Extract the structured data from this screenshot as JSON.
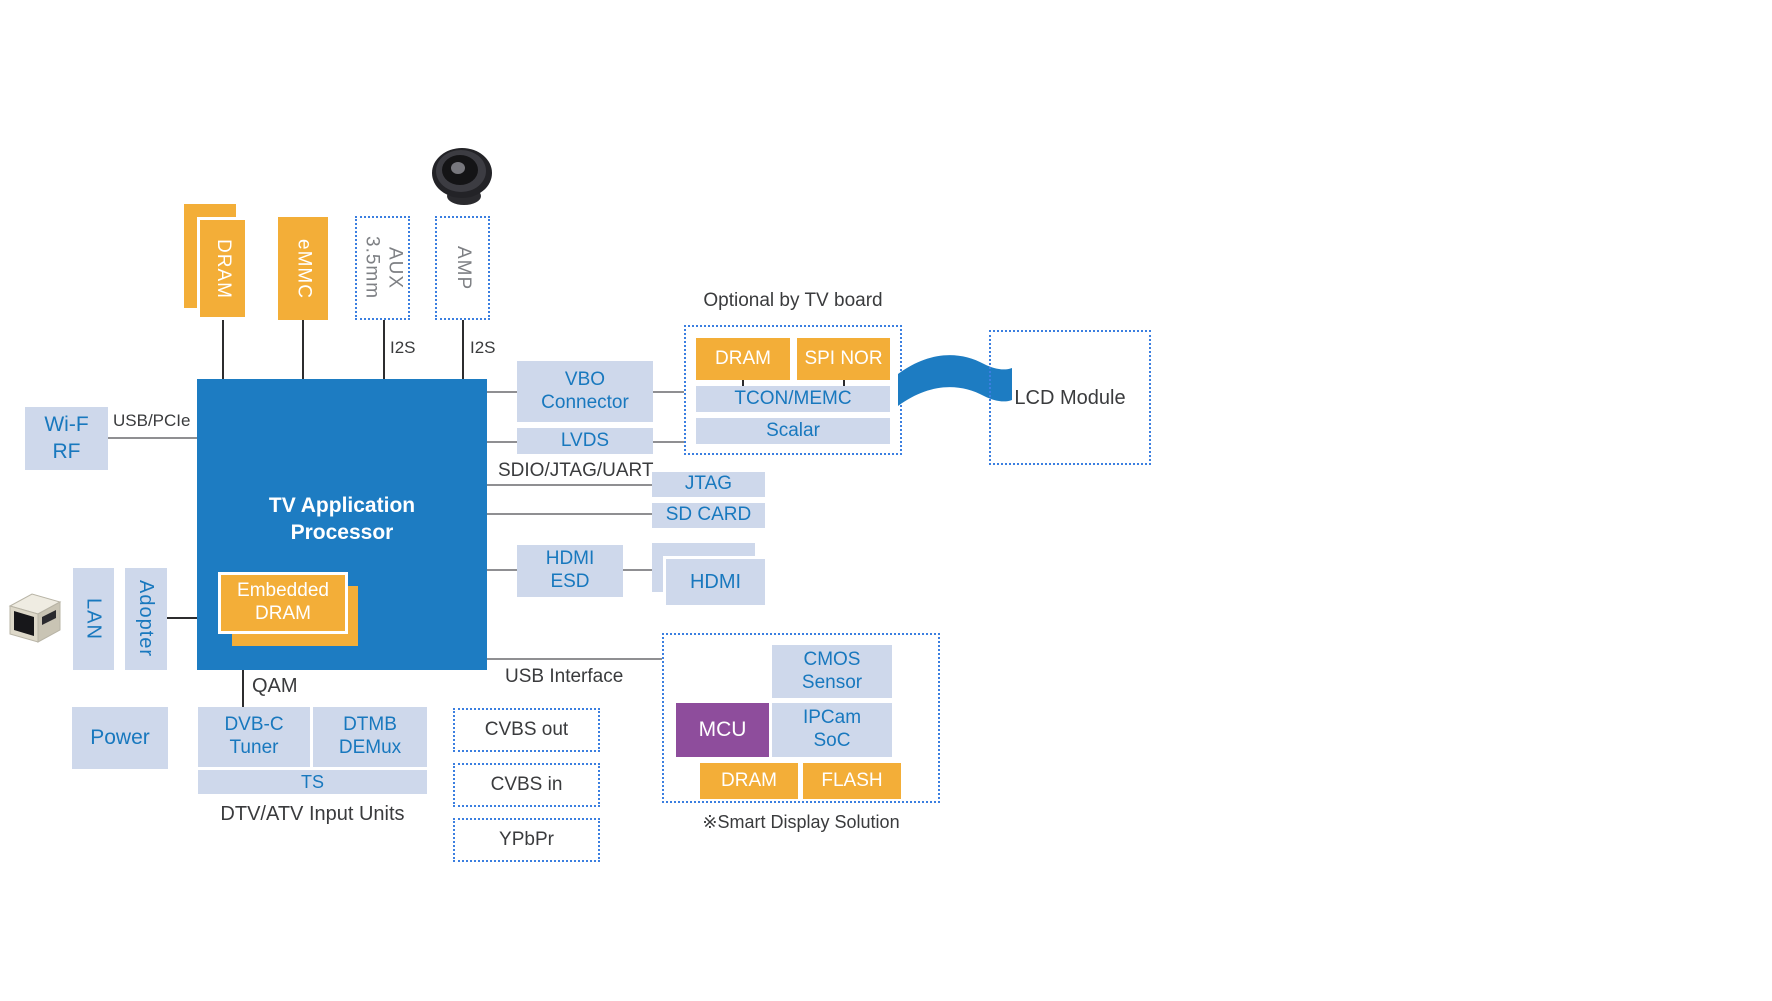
{
  "colors": {
    "processor_blue": "#1d7cc2",
    "light_blue": "#ced8eb",
    "orange": "#f3ae38",
    "purple": "#8e4d9c",
    "dotted_border_blue": "#3b7fe0",
    "blue_text": "#1878be"
  },
  "top": {
    "dram": "DRAM",
    "emmc": "eMMC",
    "aux": "3.5mm\nAUX",
    "amp": "AMP",
    "i2s_left": "I2S",
    "i2s_right": "I2S",
    "speaker_icon": "speaker-icon"
  },
  "processor": {
    "label": "TV Application\nProcessor",
    "embedded_dram": "Embedded\nDRAM"
  },
  "left": {
    "wifi_rf": "Wi-F\nRF",
    "usb_pcie": "USB/PCIe",
    "lan": "LAN",
    "adopter": "Adopter",
    "power": "Power",
    "ethernet_icon": "ethernet-jack-icon"
  },
  "bottom": {
    "qam": "QAM",
    "dvbc_tuner": "DVB-C\nTuner",
    "dtmb_demux": "DTMB\nDEMux",
    "ts": "TS",
    "caption": "DTV/ATV Input Units",
    "cvbs_out": "CVBS out",
    "cvbs_in": "CVBS in",
    "ypbpr": "YPbPr"
  },
  "right": {
    "vbo_connector": "VBO\nConnector",
    "lvds": "LVDS",
    "sdio_jtag_uart": "SDIO/JTAG/UART",
    "jtag": "JTAG",
    "sd_card": "SD CARD",
    "hdmi_esd": "HDMI\nESD",
    "hdmi": "HDMI",
    "usb_interface": "USB Interface"
  },
  "optional": {
    "title": "Optional by TV board",
    "dram": "DRAM",
    "spi_nor": "SPI NOR",
    "tcon_memc": "TCON/MEMC",
    "scalar": "Scalar",
    "lcd_module": "LCD Module"
  },
  "smart_display": {
    "cmos_sensor": "CMOS\nSensor",
    "mcu": "MCU",
    "ipcam_soc": "IPCam\nSoC",
    "dram": "DRAM",
    "flash": "FLASH",
    "caption": "※Smart Display Solution"
  }
}
